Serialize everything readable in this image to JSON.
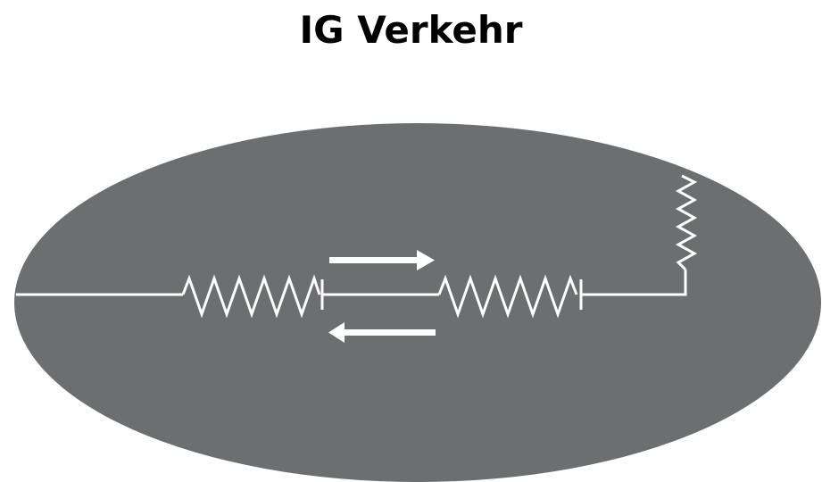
{
  "title": "IG Verkehr",
  "colors": {
    "background": "#ffffff",
    "ellipse_fill": "#6c6e6f",
    "line_stroke": "#ffffff",
    "title_text": "#000000"
  },
  "graphic": {
    "shape": "ellipse",
    "symbols": [
      "resistor-zigzag",
      "resistor-zigzag",
      "resistor-zigzag-vertical",
      "arrow-right",
      "arrow-left"
    ]
  }
}
